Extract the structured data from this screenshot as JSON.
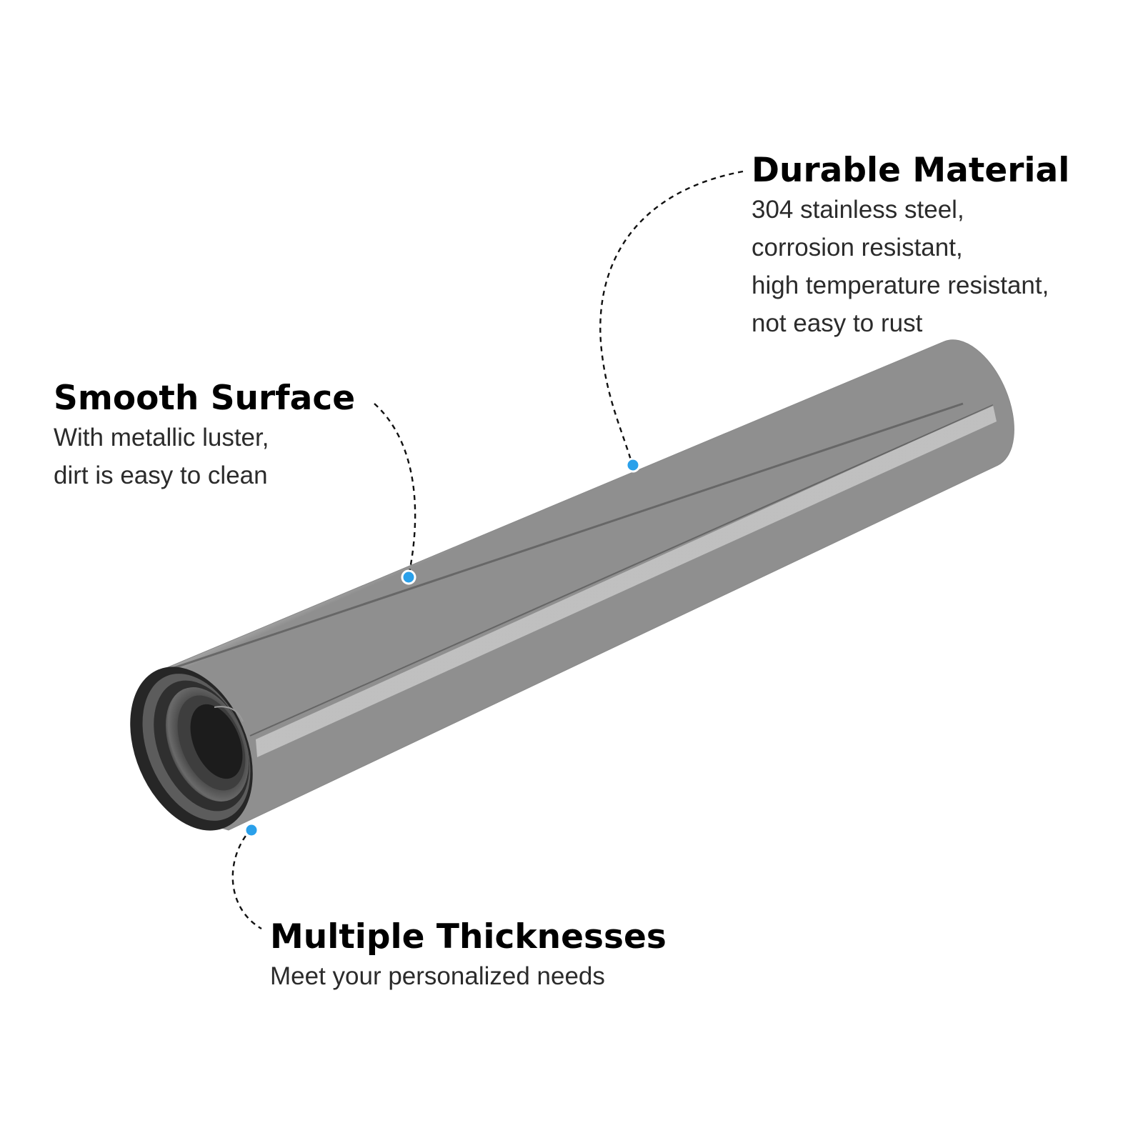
{
  "accent_color": "#2aa0ea",
  "callouts": {
    "durable": {
      "heading": "Durable Material",
      "lines": [
        "304 stainless steel,",
        "corrosion resistant,",
        "high temperature resistant,",
        "not easy to rust"
      ]
    },
    "smooth": {
      "heading": "Smooth Surface",
      "lines": [
        "With metallic luster,",
        "dirt is easy to clean"
      ]
    },
    "multiple": {
      "heading": "Multiple Thicknesses",
      "lines": [
        "Meet your personalized needs"
      ]
    }
  }
}
